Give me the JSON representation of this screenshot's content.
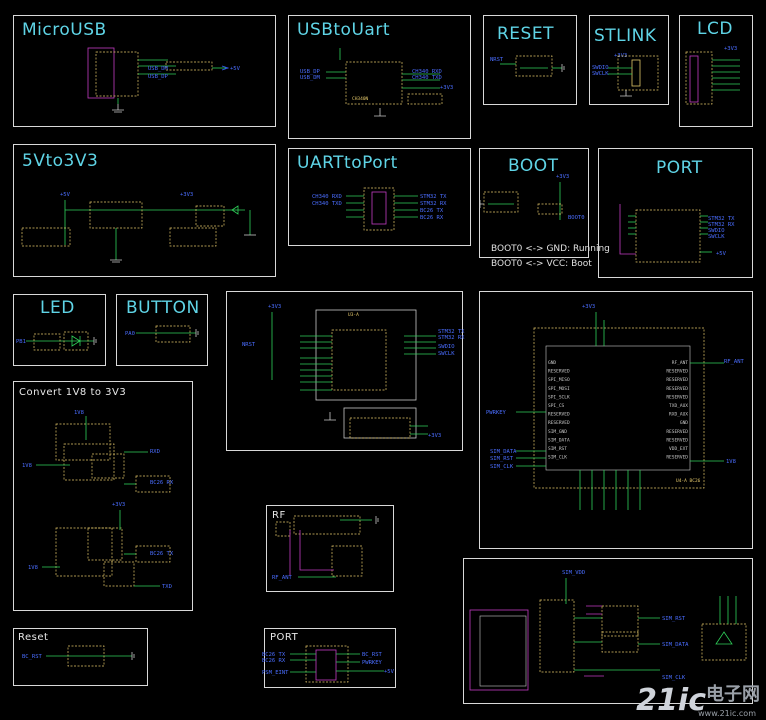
{
  "panels": {
    "microusb": "MicroUSB",
    "usbtouart": "USBtoUart",
    "reset": "RESET",
    "stlink": "STLINK",
    "lcd": "LCD",
    "v5to3v3": "5Vto3V3",
    "uarttoport": "UARTtoPort",
    "boot": "BOOT",
    "port": "PORT",
    "led": "LED",
    "button": "BUTTON",
    "convert": "Convert 1V8 to 3V3",
    "rf": "RF",
    "reset_small": "Reset",
    "port_small": "PORT"
  },
  "boot_notes": {
    "gnd": "BOOT0 <-> GND: Running",
    "vcc": "BOOT0 <-> VCC: Boot"
  },
  "nets": {
    "v5": "+5V",
    "v3": "+3V3",
    "v1_8": "1V8",
    "usb_dm": "USB_DM",
    "usb_dp": "USB_DP",
    "nrst": "NRST",
    "swdio": "SWDIO",
    "swclk": "SWCLK",
    "ch340_rxd": "CH340 RXD",
    "ch340_txd": "CH340 TXD",
    "stm32_tx": "STM32 TX",
    "stm32_rx": "STM32 RX",
    "bc26_tx": "BC26 TX",
    "bc26_rx": "BC26 RX",
    "rxd": "RXD",
    "txd": "TXD",
    "rf_ant": "RF_ANT",
    "pwrkey": "PWRKEY",
    "sim_data": "SIM_DATA",
    "sim_rst": "SIM_RST",
    "sim_clk": "SIM_CLK",
    "sim_vdd": "SIM_VDD",
    "bc_rst": "BC_RST",
    "psm_eint": "PSM_EINT",
    "boot0": "BOOT0",
    "pa0": "PA0",
    "pb1": "PB1"
  },
  "bc26_pins_left": [
    "GND",
    "RESERVED",
    "SPI_MISO",
    "SPI_MOSI",
    "SPI_SCLK",
    "SPI_CS",
    "RESERVED",
    "RESERVED",
    "SIM_GND",
    "SIM_DATA",
    "SIM_RST",
    "SIM_CLK"
  ],
  "bc26_pins_right": [
    "RF_ANT",
    "RESERVED",
    "RESERVED",
    "RESERVED",
    "RESERVED",
    "TXD_AUX",
    "RXD_AUX",
    "GND",
    "RESERVED",
    "RESERVED",
    "VDD_EXT",
    "RESERVED"
  ],
  "bc26_label": "U4-A BC26",
  "mcu_label": "U3-A",
  "ch340_label": "CH340N",
  "logo": {
    "main": "21ic",
    "cn": "电子网",
    "url": "www.21ic.com"
  },
  "colors": {
    "title": "#5fd4e6",
    "wire": "#2fd15a",
    "net": "#4a6dff",
    "frame": "#d8d8d8"
  }
}
